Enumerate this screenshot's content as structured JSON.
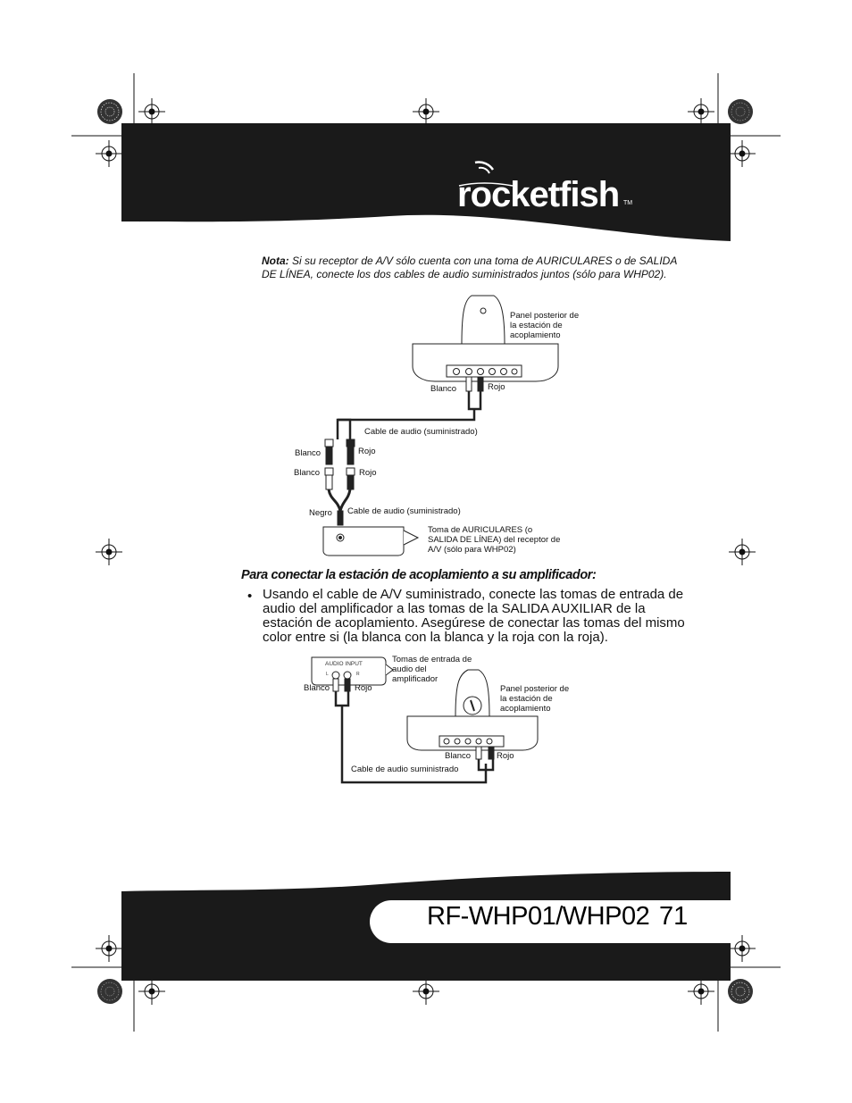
{
  "header": {
    "brand": "rocketfish",
    "trademark": "TM"
  },
  "note": {
    "label": "Nota:",
    "text": " Si su receptor de A/V sólo cuenta con una toma de AURICULARES o de SALIDA DE LÍNEA, conecte los dos cables de audio suministrados juntos (sólo para WHP02)."
  },
  "diagram1": {
    "panel_label": "Panel posterior de la estación de acoplamiento",
    "blanco_top": "Blanco",
    "rojo_top": "Rojo",
    "cable_label_1": "Cable de audio (suministrado)",
    "blanco_1": "Blanco",
    "rojo_1": "Rojo",
    "blanco_2": "Blanco",
    "rojo_2": "Rojo",
    "negro": "Negro",
    "cable_label_2": "Cable de audio (suministrado)",
    "jack_label": "Toma de AURICULARES (o SALIDA DE LÍNEA) del receptor de A/V (sólo para WHP02)"
  },
  "section": {
    "heading": "Para conectar la estación de acoplamiento a su amplificador:",
    "bullet": "•",
    "text": "Usando el cable de A/V suministrado, conecte las tomas de entrada de audio del amplificador a las tomas de la SALIDA AUXILIAR de la estación de acoplamiento. Asegúrese de conectar las tomas del mismo color entre si (la blanca con la blanca y la roja con la roja)."
  },
  "diagram2": {
    "audio_input": "AUDIO INPUT",
    "l": "L",
    "r": "R",
    "amp_jacks_label": "Tomas de entrada de audio del amplificador",
    "blanco_amp": "Blanco",
    "rojo_amp": "Rojo",
    "panel_label": "Panel posterior de la estación de acoplamiento",
    "blanco_dock": "Blanco",
    "rojo_dock": "Rojo",
    "cable_label": "Cable de audio suministrado"
  },
  "footer": {
    "model": "RF-WHP01/WHP02",
    "page": "71"
  },
  "colors": {
    "band": "#1a1a1a",
    "page": "#ffffff",
    "text": "#111111"
  }
}
